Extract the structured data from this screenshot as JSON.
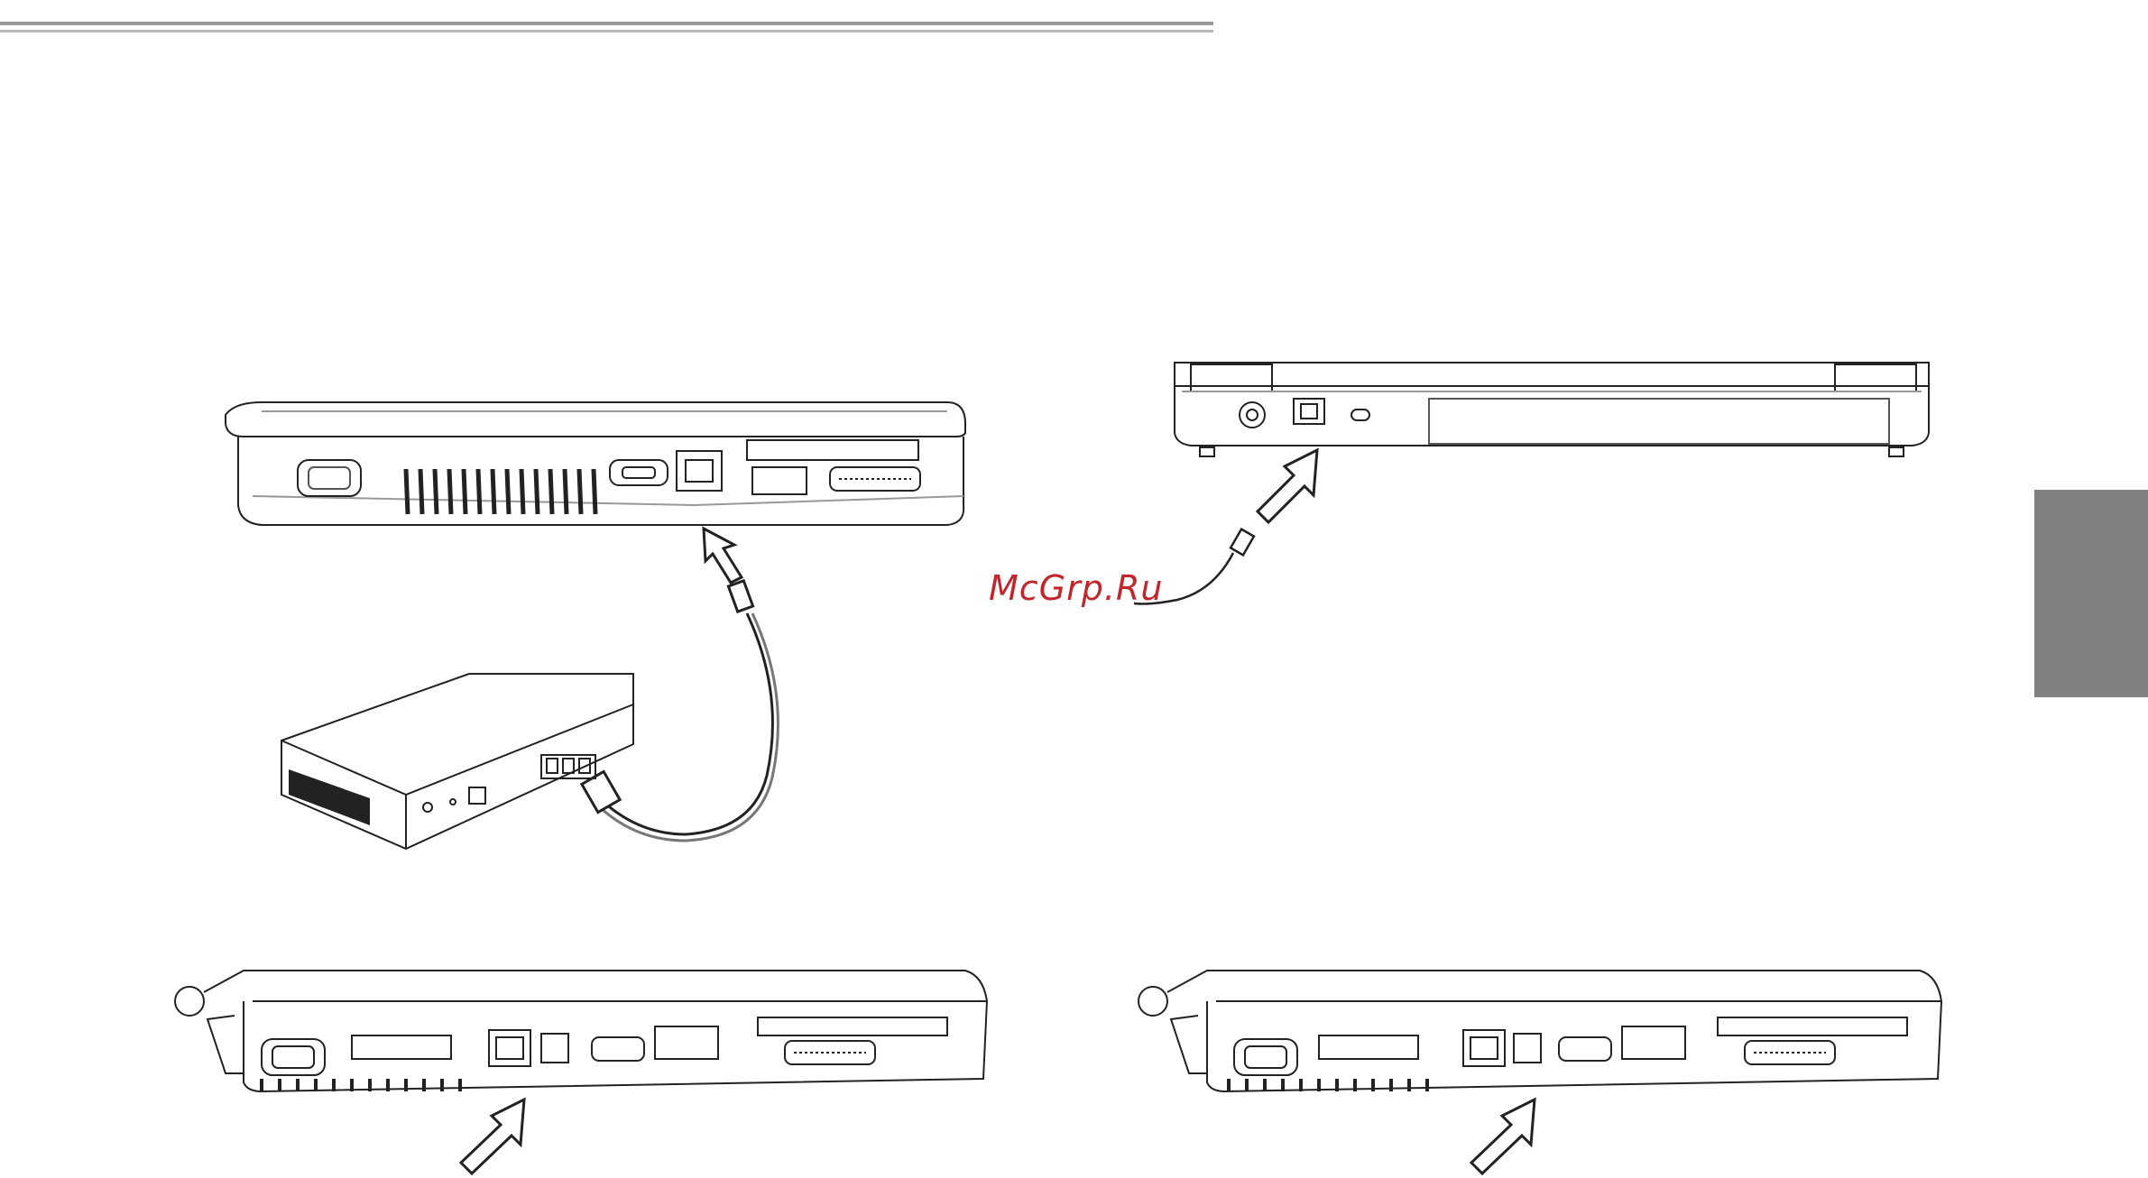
{
  "watermark": {
    "text": "McGrp.Ru",
    "color": "#c0262c"
  },
  "colors": {
    "line_art": "#222222",
    "side_tab": "#808080",
    "header_rule": "#9a9a9a"
  },
  "figures": [
    {
      "id": "laptop-left-side-lan",
      "icon": "laptop-lan-icon"
    },
    {
      "id": "network-hub",
      "icon": "router-icon"
    },
    {
      "id": "laptop-rear-modem",
      "icon": "laptop-rear-icon"
    },
    {
      "id": "laptop-side-variant-a",
      "icon": "laptop-side-icon"
    },
    {
      "id": "laptop-side-variant-b",
      "icon": "laptop-side-icon"
    }
  ]
}
